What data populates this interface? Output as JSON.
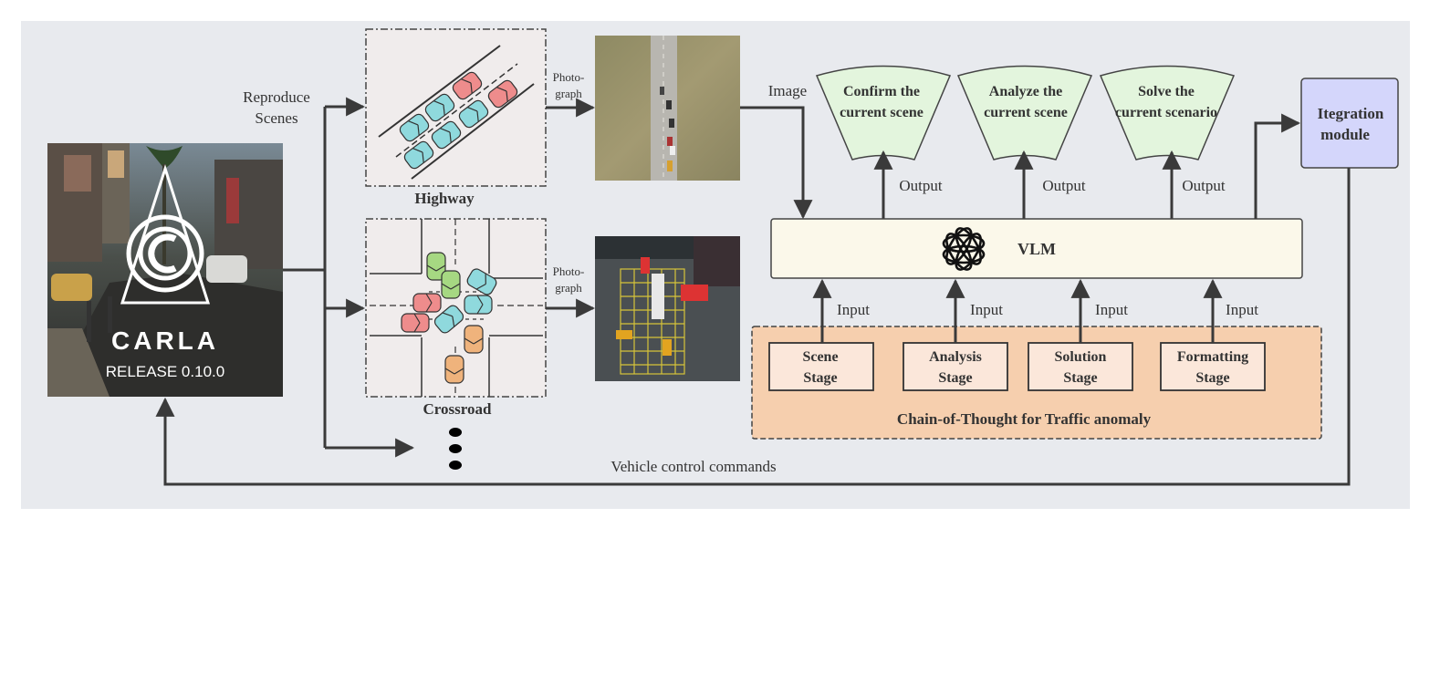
{
  "colors": {
    "panel_bg": "#e8eaee",
    "line": "#3a3a3a",
    "output_box_fill": "#e3f5dd",
    "vlm_fill": "#fbf8ea",
    "cot_fill": "#f6cfae",
    "stage_fill": "#fbe7da",
    "integration_fill": "#d4d6fb",
    "scene_bg": "#f0ecec",
    "car_cyan": "#8fd9dd",
    "car_red": "#ee8c8c",
    "car_green": "#a6d882",
    "car_orange": "#efb37c"
  },
  "carla": {
    "logo_text": "CARLA",
    "release_text": "RELEASE 0.10.0"
  },
  "labels": {
    "reproduce_line1": "Reproduce",
    "reproduce_line2": "Scenes",
    "photo_line1": "Photo-",
    "photo_line2": "graph",
    "image": "Image",
    "output": "Output",
    "input": "Input",
    "vehicle_control": "Vehicle control commands"
  },
  "scenes": [
    {
      "name": "Highway"
    },
    {
      "name": "Crossroad"
    }
  ],
  "outputs": [
    {
      "line1": "Confirm the",
      "line2": "current scene"
    },
    {
      "line1": "Analyze the",
      "line2": "current scene"
    },
    {
      "line1": "Solve the",
      "line2": "current scenario"
    }
  ],
  "vlm": {
    "label": "VLM",
    "logo_icon": "openai-logo-icon"
  },
  "integration": {
    "line1": "Itegration",
    "line2": "module"
  },
  "stages": [
    {
      "line1": "Scene",
      "line2": "Stage"
    },
    {
      "line1": "Analysis",
      "line2": "Stage"
    },
    {
      "line1": "Solution",
      "line2": "Stage"
    },
    {
      "line1": "Formatting",
      "line2": "Stage"
    }
  ],
  "cot": {
    "label": "Chain-of-Thought for Traffic anomaly"
  }
}
